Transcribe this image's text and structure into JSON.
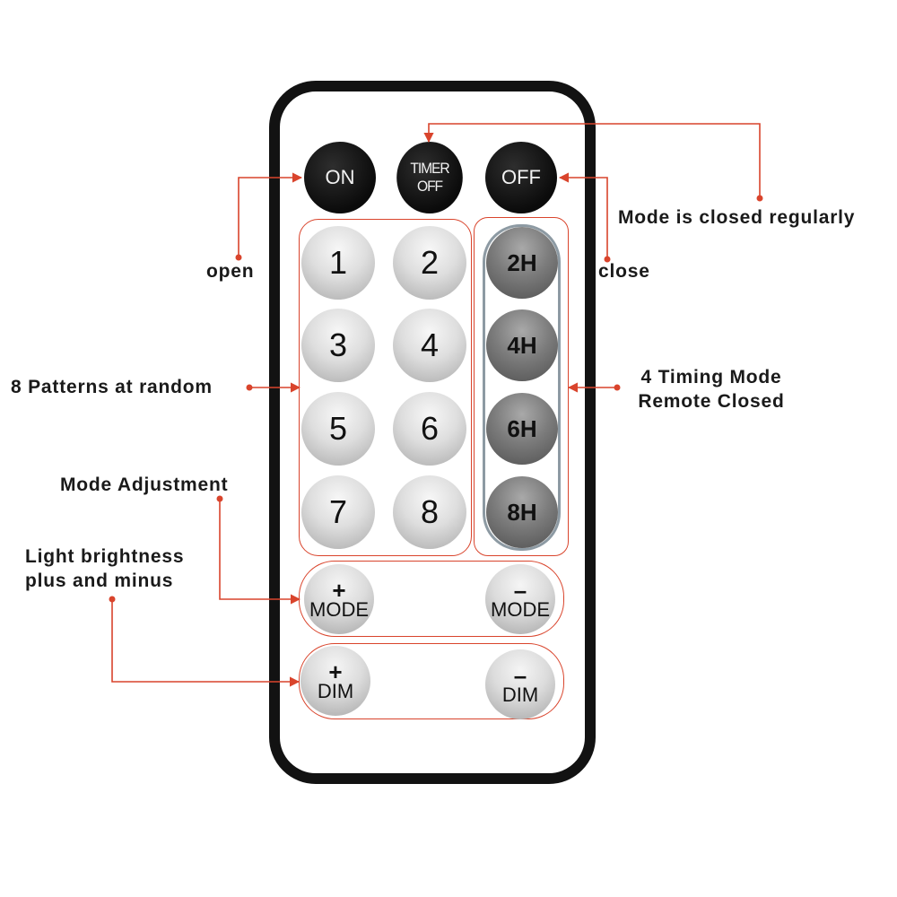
{
  "remote": {
    "top_row": {
      "on": "ON",
      "timer_off": "TIMER OFF",
      "off": "OFF"
    },
    "pattern_buttons": [
      "1",
      "2",
      "3",
      "4",
      "5",
      "6",
      "7",
      "8"
    ],
    "timer_buttons": [
      "2H",
      "4H",
      "6H",
      "8H"
    ],
    "mode_plus": {
      "symbol": "+",
      "label": "MODE"
    },
    "mode_minus": {
      "symbol": "–",
      "label": "MODE"
    },
    "dim_plus": {
      "symbol": "+",
      "label": "DIM"
    },
    "dim_minus": {
      "symbol": "–",
      "label": "DIM"
    }
  },
  "annotations": {
    "mode_closed_regularly": "Mode is closed regularly",
    "open": "open",
    "close": "close",
    "patterns_random": "8 Patterns at random",
    "timing_mode_line1": "4 Timing Mode",
    "timing_mode_line2": "Remote Closed",
    "mode_adjustment": "Mode Adjustment",
    "brightness_line1": "Light brightness",
    "brightness_line2": "plus and minus"
  },
  "colors": {
    "accent_line": "#d9442c",
    "remote_outline": "#121212",
    "timer_ring": "#8d9aa3"
  }
}
